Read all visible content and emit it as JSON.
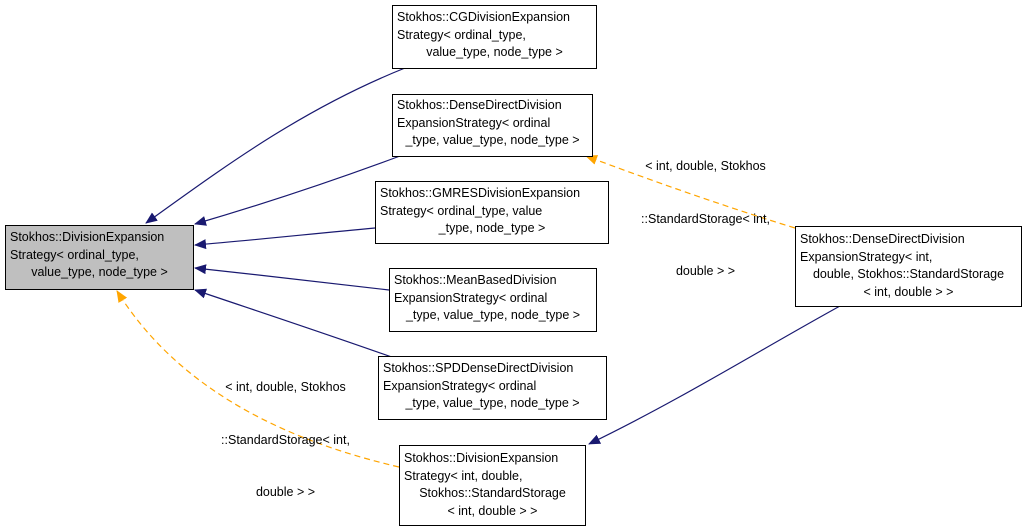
{
  "colors": {
    "inherit": "#191970",
    "template": "#ffa500",
    "base_fill": "#bfbfbf"
  },
  "nodes": {
    "base": [
      "Stokhos::DivisionExpansion",
      "Strategy< ordinal_type,",
      "value_type, node_type >"
    ],
    "cg": [
      "Stokhos::CGDivisionExpansion",
      "Strategy< ordinal_type,",
      "value_type, node_type >"
    ],
    "densedirect": [
      "Stokhos::DenseDirectDivision",
      "ExpansionStrategy< ordinal",
      "_type, value_type, node_type >"
    ],
    "gmres": [
      "Stokhos::GMRESDivisionExpansion",
      "Strategy< ordinal_type, value",
      "_type, node_type >"
    ],
    "meanbased": [
      "Stokhos::MeanBasedDivision",
      "ExpansionStrategy< ordinal",
      "_type, value_type, node_type >"
    ],
    "spd": [
      "Stokhos::SPDDenseDirectDivision",
      "ExpansionStrategy< ordinal",
      "_type, value_type, node_type >"
    ],
    "densedirect_int": [
      "Stokhos::DenseDirectDivision",
      "ExpansionStrategy< int,",
      "double, Stokhos::StandardStorage",
      "< int, double > >"
    ],
    "base_int": [
      "Stokhos::DivisionExpansion",
      "Strategy< int, double,",
      "Stokhos::StandardStorage",
      "< int, double > >"
    ]
  },
  "edge_labels": {
    "densedirect_template": [
      "< int, double, Stokhos",
      "::StandardStorage< int,",
      "double > >"
    ],
    "base_template": [
      "< int, double, Stokhos",
      "::StandardStorage< int,",
      "double > >"
    ]
  }
}
